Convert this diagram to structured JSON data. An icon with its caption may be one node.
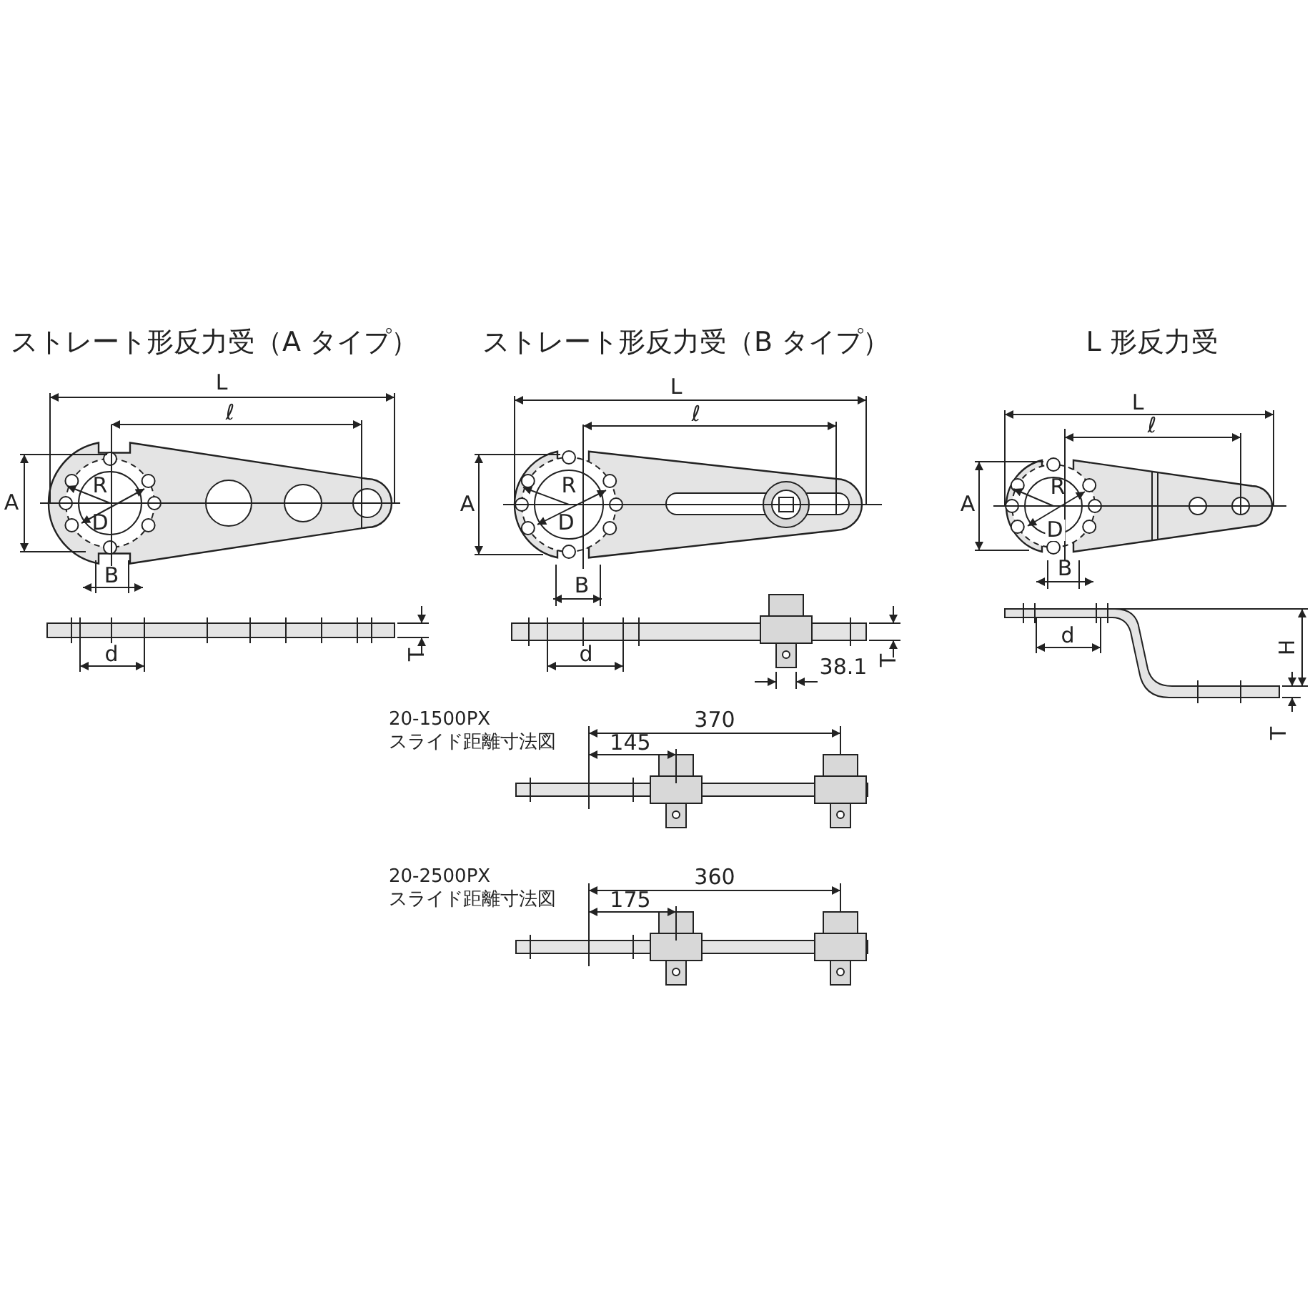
{
  "diagram": {
    "labels": [
      "ストレート形反力受（A タイプ）",
      "ストレート形反力受（B タイプ）",
      "L 形反力受",
      "L",
      "ℓ",
      "A",
      "R",
      "D",
      "B",
      "d",
      "T",
      "L",
      "ℓ",
      "A",
      "R",
      "D",
      "B",
      "d",
      "38.1",
      "T",
      "L",
      "ℓ",
      "A",
      "R",
      "D",
      "B",
      "d",
      "H",
      "T",
      "20-1500PX スライド距離寸法図",
      "370",
      "145",
      "20-2500PX スライド距離寸法図",
      "360",
      "175"
    ]
  }
}
